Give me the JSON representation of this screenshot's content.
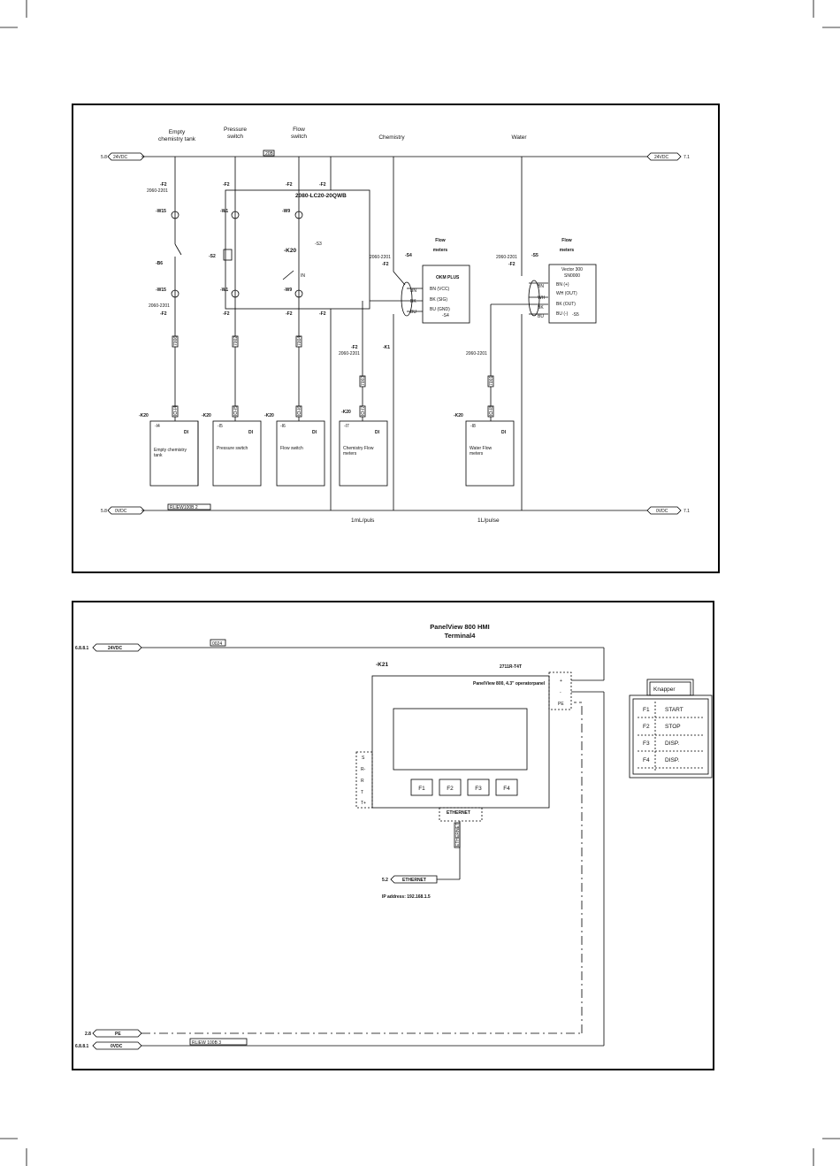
{
  "panel1": {
    "heads": {
      "empty_tank": [
        "Empty",
        "chemistry tank"
      ],
      "pressure": [
        "Pressure",
        "switch"
      ],
      "flow": [
        "Flow",
        "switch"
      ],
      "chemistry": "Chemistry",
      "water": "Water"
    },
    "rails": {
      "top_left_ref": "5.8",
      "top_left_tag": "24VDC",
      "top_right_tag": "24VDC",
      "top_right_ref": "7.1",
      "bot_left_ref": "5.8",
      "bot_left_tag": "0VDC",
      "bot_right_tag": "0VDC",
      "bot_right_ref": "7.1",
      "top_wire": "20B",
      "bot_cable": "RLIEW100B 2"
    },
    "module": {
      "title": "2080-LC20-20QWB",
      "tag": "-K20",
      "sub": "-S3",
      "in": "IN"
    },
    "f2_tags": [
      "-F2",
      "-F2",
      "-F2",
      "-F2",
      "-F2",
      "-F2",
      "-F2",
      "-F2",
      "-F2",
      "-F2",
      "-F2"
    ],
    "part_numbers": [
      "2060-2201",
      "2060-2201",
      "2060-2201",
      "2060-2201",
      "2060-2201",
      "2060-2201"
    ],
    "dev_tags": {
      "w15a": "-W15",
      "w15b": "-W15",
      "w1a": "-W1",
      "w1b": "-W1",
      "w9a": "-W9",
      "w9b": "-W9",
      "b6": "-B6",
      "s2": "-S2",
      "s4": "-S4",
      "s5": "-S5",
      "k1": "-K1"
    },
    "flow_meter1": {
      "head": [
        "Flow",
        "meters"
      ],
      "name": "OKM PLUS",
      "pins": [
        "BN (VCC)",
        "BK (SIG)",
        "BU (GND)"
      ],
      "tag": "-S4",
      "wires": [
        "BN",
        "BK",
        "BU"
      ]
    },
    "flow_meter2": {
      "head": [
        "Flow",
        "meters"
      ],
      "name": [
        "Vector 300",
        "SN0000"
      ],
      "pins": [
        "BN (+)",
        "WH (OUT)",
        "BK (OUT)",
        "BU (-)"
      ],
      "tag": "-S5",
      "wires": [
        "BN",
        "WH",
        "BK",
        "BU"
      ]
    },
    "io_cards": [
      {
        "ref": "-I4",
        "type": "DI",
        "text": [
          "Empty chemistry",
          "tank"
        ],
        "tag": "-K20"
      },
      {
        "ref": "-I5",
        "type": "DI",
        "text": [
          "Pressure switch"
        ],
        "tag": "-K20"
      },
      {
        "ref": "-I6",
        "type": "DI",
        "text": [
          "Flow switch"
        ],
        "tag": "-K20"
      },
      {
        "ref": "-I7",
        "type": "DI",
        "text": [
          "Chemistry Flow",
          "meters"
        ],
        "tag": "-K20"
      },
      {
        "ref": "-I8",
        "type": "DI",
        "text": [
          "Water Flow",
          "meters"
        ],
        "tag": "-K20"
      }
    ],
    "wire_labels": [
      "7006",
      "7002",
      "7004",
      "7003",
      "7001",
      "7007",
      "IO-I4",
      "IO-I5",
      "IO-I6",
      "IO-I7",
      "IO-I8"
    ],
    "pulse1": "1mL/puls",
    "pulse2": "1L/pulse"
  },
  "panel2": {
    "title": [
      "PanelView 800 HMI",
      "Terminal4"
    ],
    "rails": {
      "r1_ref": "6.8.8.1",
      "r1_tag": "24VDC",
      "r2_ref": "2.8",
      "r2_tag": "PE",
      "r3_ref": "6.8.8.1",
      "r3_tag": "0VDC",
      "top_wire": "0024",
      "bot_cable": "RLIEW 100B 3"
    },
    "hmi": {
      "tag": "-K21",
      "part": "2711R-T4T",
      "desc": "PanelView 800, 4.3\" operatorpanel",
      "keys": [
        "F1",
        "F2",
        "F3",
        "F4"
      ],
      "serial": [
        "S",
        "R-",
        "R",
        "T",
        "T+"
      ],
      "power": [
        "+",
        "-",
        "PE"
      ],
      "eth_label": "ETHERNET",
      "eth_cable": "ETHERNET"
    },
    "eth": {
      "ref": "5.2",
      "tag": "ETHERNET",
      "ip": "IP address: 192.168.1.5"
    },
    "legend": {
      "title": "Knapper",
      "rows": [
        [
          "F1",
          "START"
        ],
        [
          "F2",
          "STOP"
        ],
        [
          "F3",
          "DISP."
        ],
        [
          "F4",
          "DISP."
        ]
      ]
    }
  }
}
